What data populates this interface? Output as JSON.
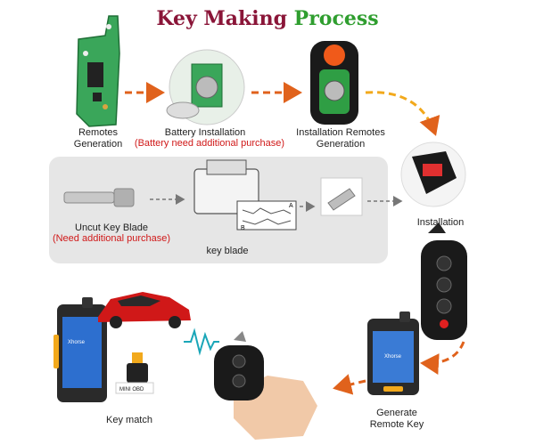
{
  "title": {
    "part1": "Key Making",
    "part2": "Process"
  },
  "steps": {
    "remotes_generation": "Remotes\nGeneration",
    "battery_installation": "Battery Installation",
    "battery_note": "(Battery need additional purchase)",
    "installation_remotes_generation": "Installation Remotes\nGeneration",
    "installation": "Installation",
    "uncut_key_blade": "Uncut Key  Blade",
    "uncut_note": "(Need additional purchase)",
    "key_blade": "key blade",
    "generate_remote_key": "Generate\nRemote Key",
    "key_match": "Key match"
  },
  "device_labels": {
    "brand": "Xhorse",
    "adapter": "MINI OBD",
    "blade_a": "A",
    "blade_b": "B"
  },
  "colors": {
    "arrow": "#e0621c",
    "panel": "#e6e6e6",
    "pcb": "#2f9e44",
    "accent": "#f2a91c"
  }
}
